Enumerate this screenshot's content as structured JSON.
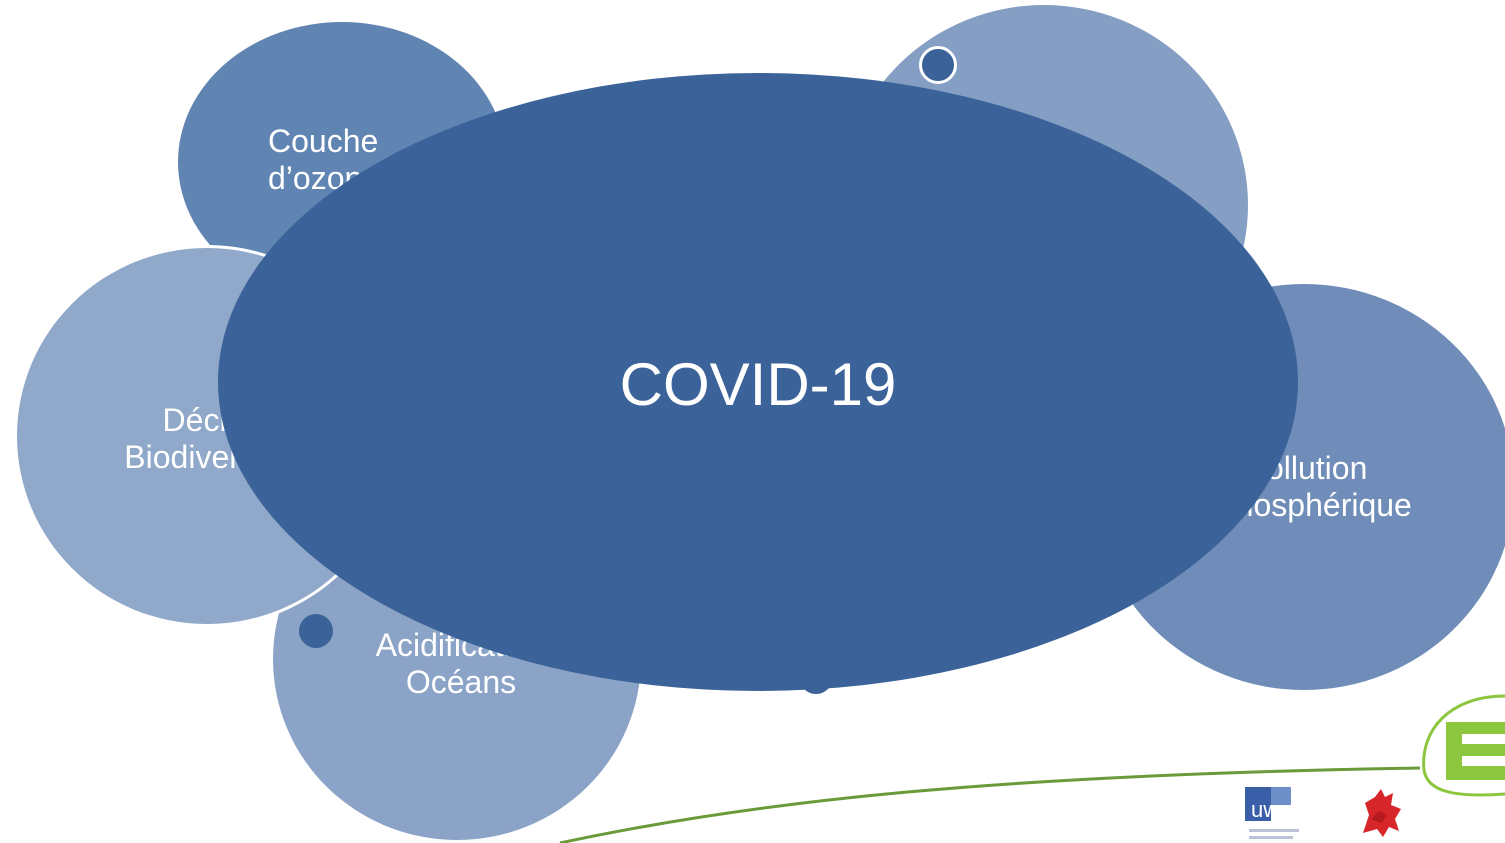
{
  "diagram": {
    "center": {
      "label": "COVID-19"
    },
    "bubbles": [
      {
        "id": "ozone",
        "line1": "Couche",
        "line2": "d’ozone"
      },
      {
        "id": "biodiversite",
        "line1": "Déclin",
        "line2": "Biodiversité"
      },
      {
        "id": "acidification",
        "line1": "Acidification",
        "line2": "Océans"
      },
      {
        "id": "pollution",
        "line1": "Pollution",
        "line2": "atmosphérique"
      },
      {
        "id": "top-right",
        "line1": "",
        "line2": ""
      }
    ]
  },
  "logos": {
    "uwe": "uwe",
    "region": "rooster-emblem",
    "partial": "green-e-logo"
  },
  "colors": {
    "center": "#3b6399",
    "ozone": "#6185b2",
    "top_right": "#849fc3",
    "biodiversite": "#90a8c9",
    "acidification": "#8aa3c6",
    "pollution": "#6f8db8",
    "dot": "#3b6399",
    "line_green": "#6a9a3a",
    "uwe_blue": "#3a5fa8",
    "region_red": "#d7262a",
    "logo_green": "#8cc63f"
  }
}
